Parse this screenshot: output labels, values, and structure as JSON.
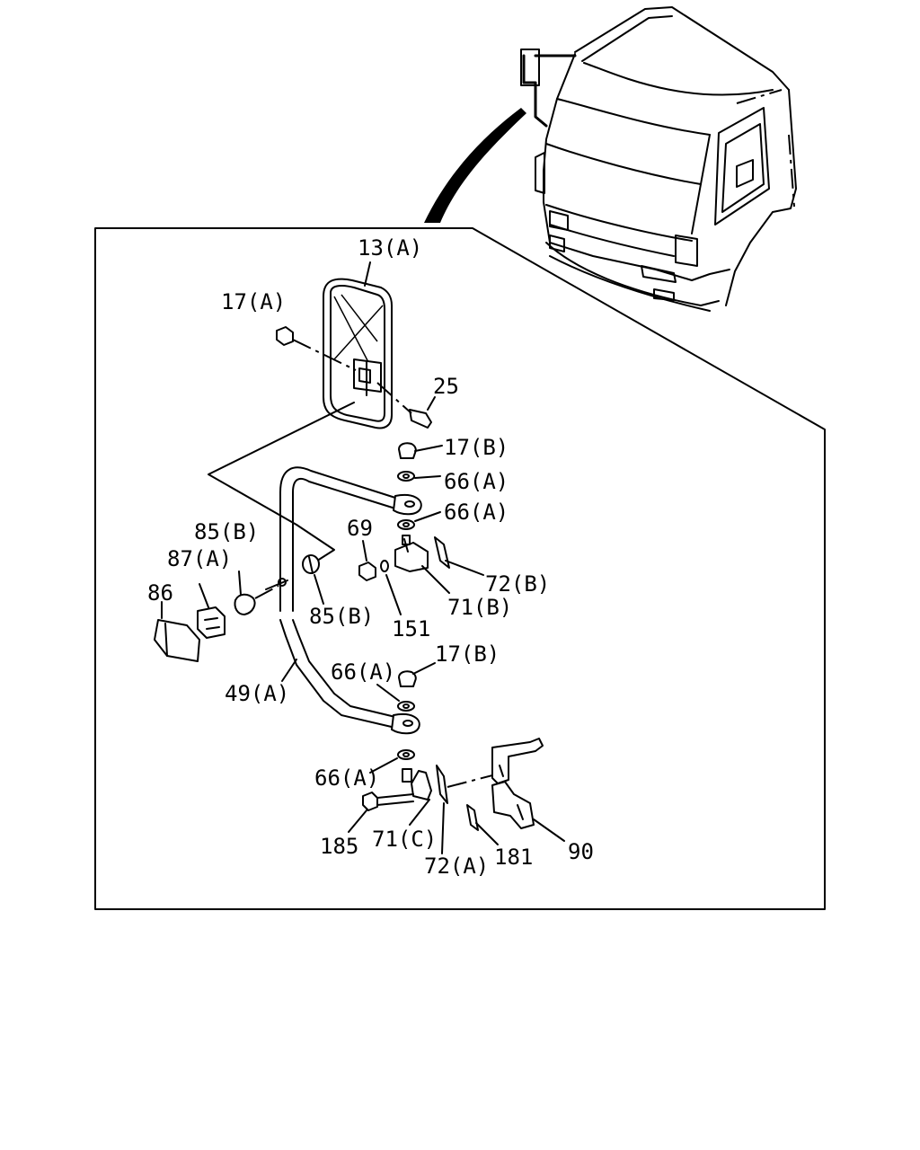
{
  "diagram": {
    "labels": {
      "mirror": "13(A)",
      "nut_a": "17(A)",
      "screw": "25",
      "cap_nut_b_top": "17(B)",
      "washer_top_1": "66(A)",
      "washer_top_2": "66(A)",
      "bolt_69": "69",
      "bracket_b_gasket": "72(B)",
      "bracket_b": "71(B)",
      "washer_151": "151",
      "cap_85_left": "85(B)",
      "cap_85_right": "85(B)",
      "cap_87": "87(A)",
      "cover_86": "86",
      "stay_pipe": "49(A)",
      "washer_mid": "66(A)",
      "cap_nut_b_mid": "17(B)",
      "washer_bottom": "66(A)",
      "bolt_185": "185",
      "bracket_c": "71(C)",
      "gasket_a": "72(A)",
      "gasket_181": "181",
      "bracket_90": "90"
    }
  }
}
